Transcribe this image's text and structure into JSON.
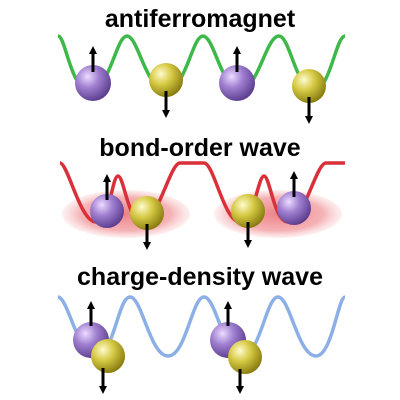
{
  "panels": [
    {
      "title": "antiferromagnet",
      "wave_color": "#3fb84a",
      "wave_type": "single-period lattice",
      "pairing_ellipses": false,
      "atoms": [
        {
          "species": "purple",
          "spin": "up"
        },
        {
          "species": "yellow",
          "spin": "down"
        },
        {
          "species": "purple",
          "spin": "up"
        },
        {
          "species": "yellow",
          "spin": "down"
        }
      ]
    },
    {
      "title": "bond-order wave",
      "wave_color": "#d9303a",
      "wave_type": "double-well dimerized lattice",
      "pairing_ellipses": true,
      "ellipse_color": "#e8595e",
      "atoms": [
        {
          "species": "purple",
          "spin": "up"
        },
        {
          "species": "yellow",
          "spin": "down"
        },
        {
          "species": "yellow",
          "spin": "down"
        },
        {
          "species": "purple",
          "spin": "up"
        }
      ]
    },
    {
      "title": "charge-density wave",
      "wave_color": "#8cb0e6",
      "wave_type": "single-period lattice, doubly occupied sites",
      "pairing_ellipses": false,
      "atoms": [
        {
          "species": "purple",
          "spin": "up"
        },
        {
          "species": "yellow",
          "spin": "down"
        },
        {
          "species": "purple",
          "spin": "up"
        },
        {
          "species": "yellow",
          "spin": "down"
        }
      ]
    }
  ],
  "colors": {
    "purple_atom": "#9a73c7",
    "yellow_atom": "#cfc43a",
    "spin_arrow": "#000000"
  },
  "icons": {
    "spin_up": "spin-up-arrow-icon",
    "spin_down": "spin-down-arrow-icon"
  }
}
